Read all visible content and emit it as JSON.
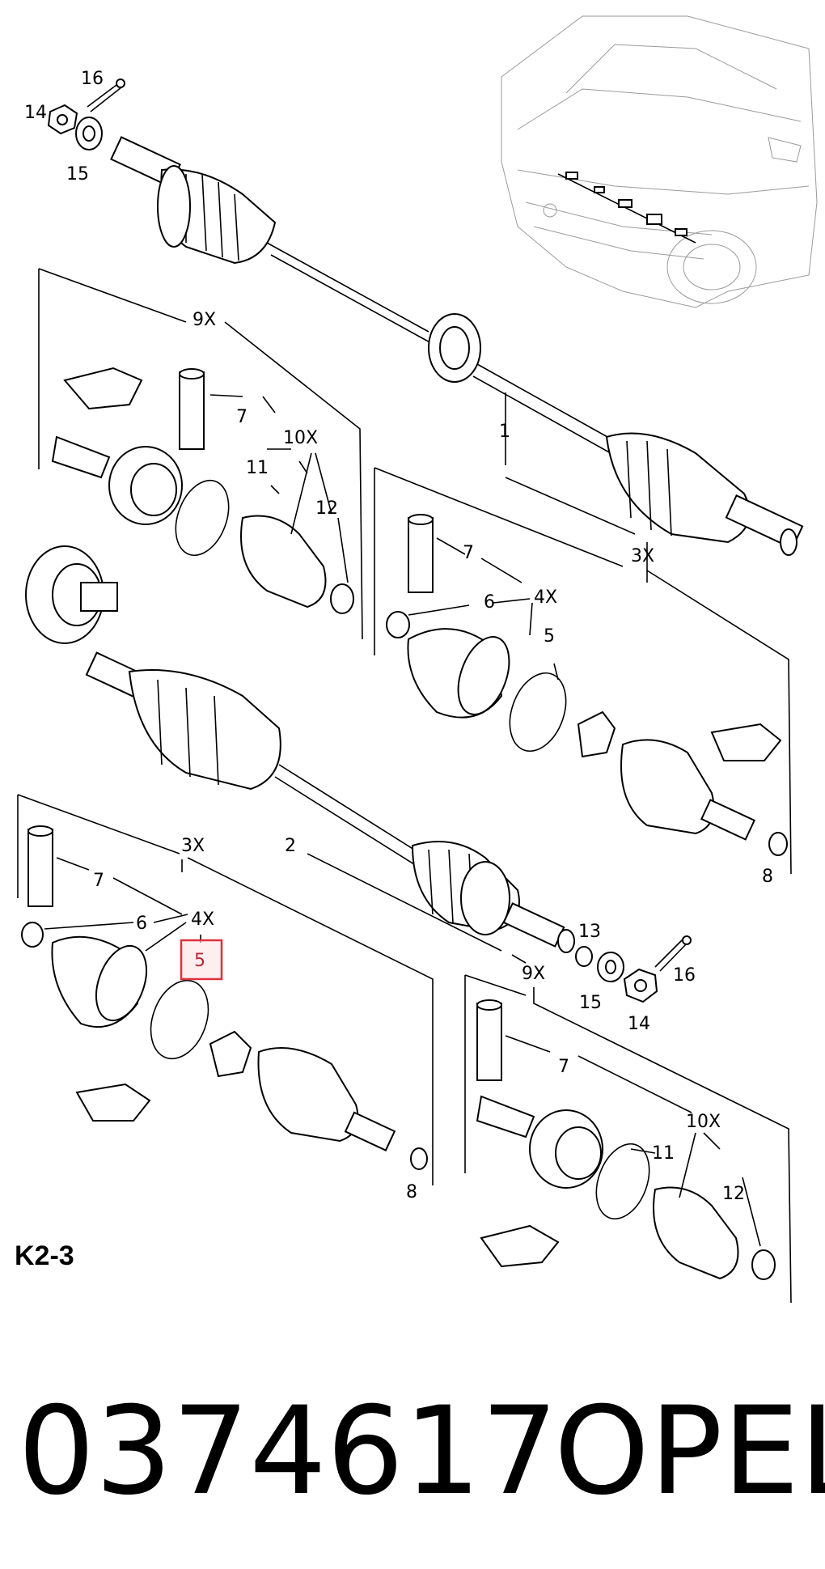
{
  "diagram": {
    "page_code": "K2-3",
    "part_number": "0374617",
    "brand": "OPEL",
    "highlighted_callout": "5",
    "highlight_color": "#e0303a",
    "labels": {
      "top_16": "16",
      "top_14": "14",
      "top_15": "15",
      "box1_9x": "9X",
      "box1_7": "7",
      "box1_10x": "10X",
      "box1_11": "11",
      "box1_12": "12",
      "shaft_1": "1",
      "box2_3x": "3X",
      "box2_7": "7",
      "box2_6": "6",
      "box2_4x": "4X",
      "box2_5": "5",
      "box2_8": "8",
      "mid_3x": "3X",
      "mid_2": "2",
      "box3_7": "7",
      "box3_6": "6",
      "box3_4x": "4X",
      "box3_5": "5",
      "box3_8": "8",
      "r_13": "13",
      "r_9x": "9X",
      "r_16": "16",
      "r_15": "15",
      "r_14": "14",
      "box4_7": "7",
      "box4_10x": "10X",
      "box4_11": "11",
      "box4_12": "12"
    }
  }
}
